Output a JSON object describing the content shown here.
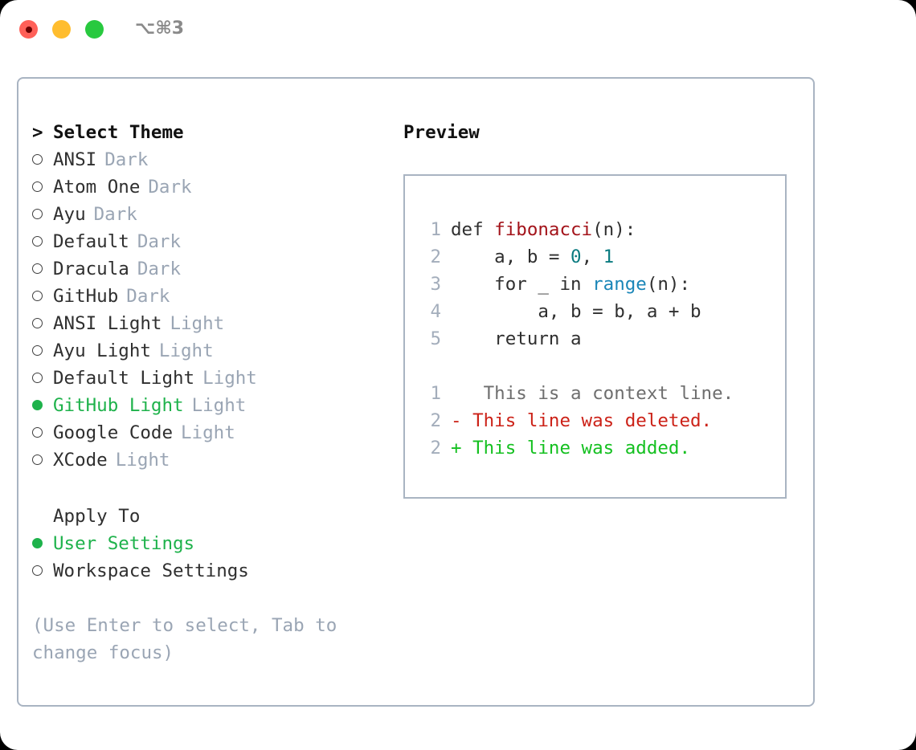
{
  "window": {
    "title": "⌥⌘3",
    "traffic_lights": [
      {
        "name": "close-button",
        "color": "#ff6058",
        "recording": true
      },
      {
        "name": "minimize-button",
        "color": "#ffbd2e",
        "recording": false
      },
      {
        "name": "maximize-button",
        "color": "#28c93f",
        "recording": false
      }
    ],
    "border_color": "#a9b4c2"
  },
  "theme_list": {
    "prompt": ">",
    "heading": "Select Theme",
    "items": [
      {
        "label": "ANSI",
        "tag": "Dark",
        "selected": false
      },
      {
        "label": "Atom One",
        "tag": "Dark",
        "selected": false
      },
      {
        "label": "Ayu",
        "tag": "Dark",
        "selected": false
      },
      {
        "label": "Default",
        "tag": "Dark",
        "selected": false
      },
      {
        "label": "Dracula",
        "tag": "Dark",
        "selected": false
      },
      {
        "label": "GitHub",
        "tag": "Dark",
        "selected": false
      },
      {
        "label": "ANSI Light",
        "tag": "Light",
        "selected": false
      },
      {
        "label": "Ayu Light",
        "tag": "Light",
        "selected": false
      },
      {
        "label": "Default Light",
        "tag": "Light",
        "selected": false
      },
      {
        "label": "GitHub Light",
        "tag": "Light",
        "selected": true
      },
      {
        "label": "Google Code",
        "tag": "Light",
        "selected": false
      },
      {
        "label": "XCode",
        "tag": "Light",
        "selected": false
      }
    ]
  },
  "apply_to": {
    "heading": "Apply To",
    "options": [
      {
        "label": "User Settings",
        "selected": true
      },
      {
        "label": "Workspace Settings",
        "selected": false
      }
    ]
  },
  "hint": "(Use Enter to select, Tab to change focus)",
  "preview": {
    "title": "Preview",
    "code_lines": [
      {
        "num": "1",
        "tokens": [
          {
            "t": "def ",
            "c": "plain"
          },
          {
            "t": "fibonacci",
            "c": "fn"
          },
          {
            "t": "(n):",
            "c": "plain"
          }
        ]
      },
      {
        "num": "2",
        "tokens": [
          {
            "t": "    a, b = ",
            "c": "plain"
          },
          {
            "t": "0",
            "c": "num"
          },
          {
            "t": ", ",
            "c": "plain"
          },
          {
            "t": "1",
            "c": "num"
          }
        ]
      },
      {
        "num": "3",
        "tokens": [
          {
            "t": "    for _ in ",
            "c": "plain"
          },
          {
            "t": "range",
            "c": "bi"
          },
          {
            "t": "(n):",
            "c": "plain"
          }
        ]
      },
      {
        "num": "4",
        "tokens": [
          {
            "t": "        a, b = b, a + b",
            "c": "plain"
          }
        ]
      },
      {
        "num": "5",
        "tokens": [
          {
            "t": "    return a",
            "c": "plain"
          }
        ]
      }
    ],
    "diff_lines": [
      {
        "num": "1",
        "sign": " ",
        "text": "  This is a context line.",
        "kind": "ctx"
      },
      {
        "num": "2",
        "sign": "-",
        "text": " This line was deleted.",
        "kind": "del"
      },
      {
        "num": "2",
        "sign": "+",
        "text": " This line was added.",
        "kind": "add"
      }
    ]
  },
  "colors": {
    "accent_green": "#1eb24b",
    "muted_tag": "#9aa5b4",
    "border": "#a9b4c2",
    "code_fn": "#a3131a",
    "code_num": "#0a7b80",
    "code_builtin": "#1a86b8",
    "diff_add": "#14c020",
    "diff_del": "#cc2218",
    "gutter": "#a3adbb"
  }
}
